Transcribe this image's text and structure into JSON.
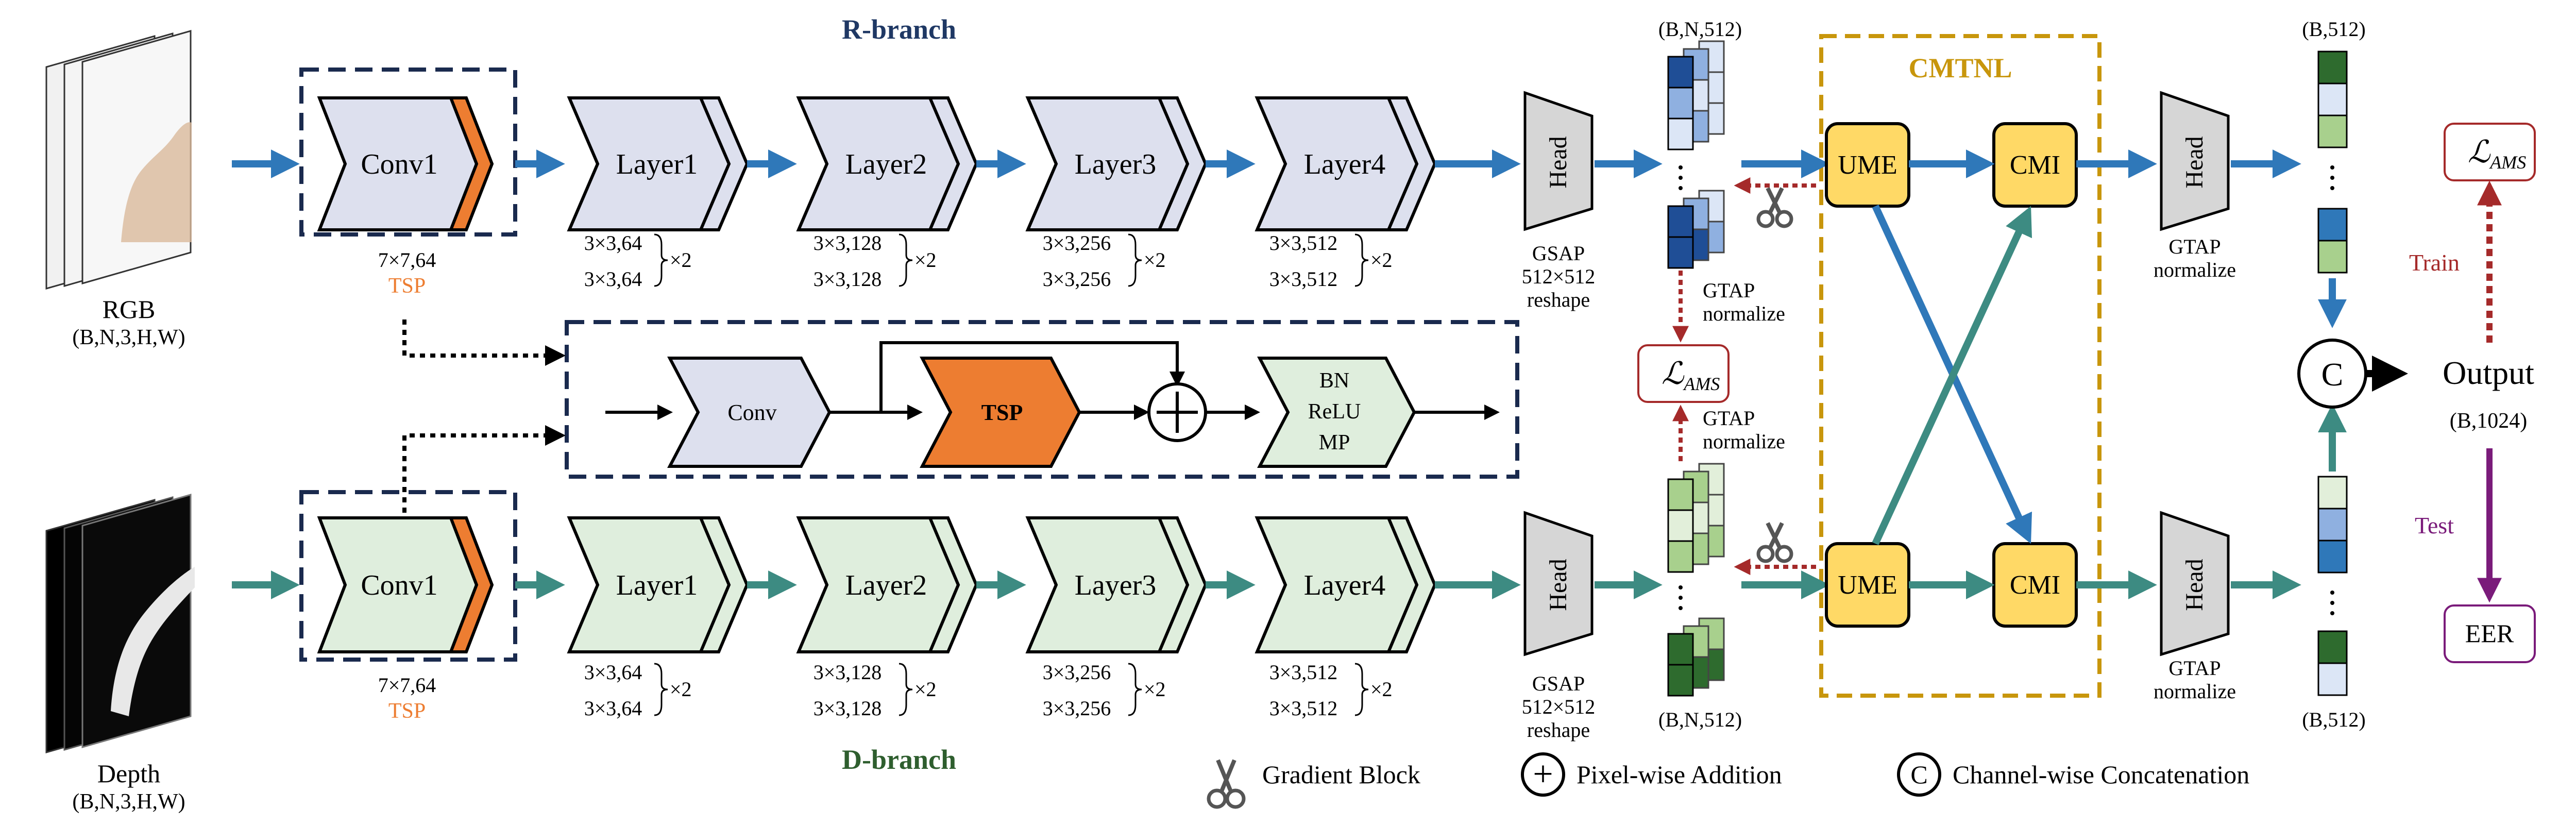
{
  "colors": {
    "rgb_arrow": "#2f78b9",
    "depth_arrow": "#3d8b82",
    "dashed_box": "#1a2a4e",
    "cmtnl_border": "#c8960c",
    "ume_fill": "#ffd966",
    "tsp_fill": "#ed7d31",
    "rgb_layer_fill": "#dde0ee",
    "depth_layer_fill": "#dfeedd",
    "head_fill": "#d6d6d6",
    "loss_border": "#a52a2a",
    "train": "#a52a2a",
    "test": "#7a1b7a",
    "rgb_tensor": [
      "#1f4e96",
      "#8fb0e0",
      "#dce6f6"
    ],
    "depth_tensor": [
      "#2e6b2e",
      "#a8d08d",
      "#e2efda"
    ]
  },
  "branches": {
    "r_title": "R-branch",
    "d_title": "D-branch"
  },
  "inputs": {
    "rgb_label": "RGB",
    "rgb_shape": "(B,N,3,H,W)",
    "depth_label": "Depth",
    "depth_shape": "(B,N,3,H,W)"
  },
  "blocks": {
    "conv1": "Conv1",
    "conv1_spec": "7×7,64",
    "tsp": "TSP",
    "layer1": "Layer1",
    "layer2": "Layer2",
    "layer3": "Layer3",
    "layer4": "Layer4",
    "layer1_spec": [
      "3×3,64",
      "3×3,64"
    ],
    "layer2_spec": [
      "3×3,128",
      "3×3,128"
    ],
    "layer3_spec": [
      "3×3,256",
      "3×3,256"
    ],
    "layer4_spec": [
      "3×3,512",
      "3×3,512"
    ],
    "repeat": "×2",
    "head": "Head",
    "gsap": [
      "GSAP",
      "512×512",
      "reshape"
    ]
  },
  "detail": {
    "conv": "Conv",
    "tsp": "TSP",
    "post": [
      "BN",
      "ReLU",
      "MP"
    ]
  },
  "tensors": {
    "bn512": "(B,N,512)",
    "b512": "(B,512)",
    "b1024": "(B,1024)",
    "gtap": [
      "GTAP",
      "normalize"
    ]
  },
  "cmtnl": {
    "title": "CMTNL",
    "ume": "UME",
    "cmi": "CMI"
  },
  "loss": {
    "main": "ℒ",
    "sub": "AMS"
  },
  "outputs": {
    "concat": "C",
    "output": "Output",
    "train": "Train",
    "test": "Test",
    "eer": "EER"
  },
  "legend": {
    "gradient_block": "Gradient Block",
    "pixel_add": "Pixel-wise Addition",
    "channel_concat": "Channel-wise Concatenation",
    "plus": "+",
    "c": "C"
  }
}
